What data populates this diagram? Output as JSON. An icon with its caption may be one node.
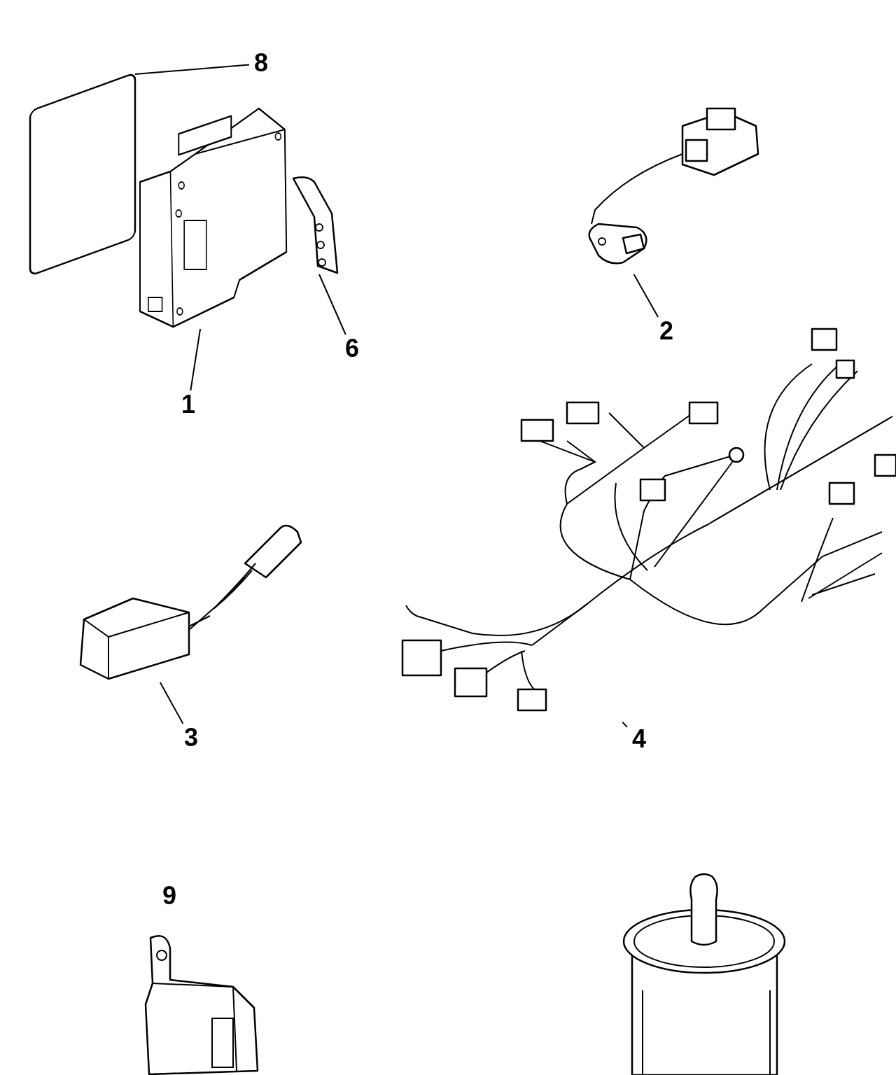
{
  "diagram": {
    "nodes": [
      {
        "text": [
          "8"
        ]
      },
      {
        "text": [],
        "shape": "box"
      },
      {
        "text": [],
        "shape": "picture"
      },
      {
        "text": [],
        "shape": "picture"
      },
      {
        "text": [
          "1"
        ]
      },
      {
        "text": [
          "6"
        ]
      },
      {
        "text": [],
        "shape": "picture"
      },
      {
        "text": [
          "2"
        ]
      },
      {
        "text": [],
        "shape": "picture"
      },
      {
        "text": [
          "3"
        ]
      },
      {
        "text": [],
        "shape": "picture"
      },
      {
        "text": [
          "4"
        ]
      }
    ],
    "edges": [
      {
        "from": 0,
        "to": 1,
        "arrow": "none"
      },
      {
        "from": 4,
        "to": 2,
        "arrow": "none"
      },
      {
        "from": 5,
        "to": 3,
        "arrow": "none"
      },
      {
        "from": 7,
        "to": 6,
        "arrow": "none"
      },
      {
        "from": 9,
        "to": 8,
        "arrow": "none"
      },
      {
        "from": 11,
        "to": 10,
        "arrow": "none"
      }
    ],
    "labels": [
      "9"
    ]
  }
}
